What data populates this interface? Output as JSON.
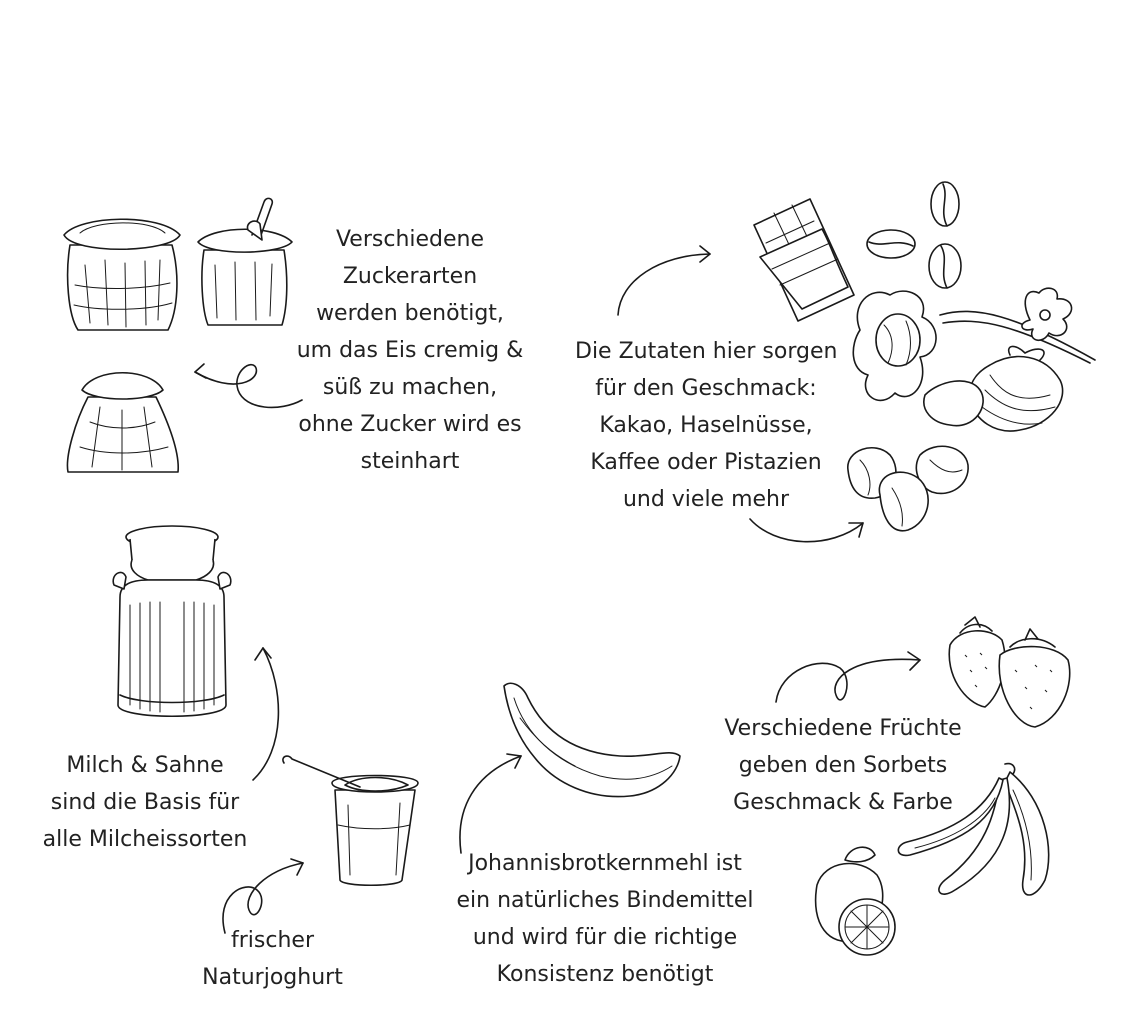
{
  "sugar": {
    "lines": [
      "Verschiedene",
      "Zuckerarten",
      "werden benötigt,",
      "um das Eis cremig &",
      "süß zu machen,",
      "ohne Zucker wird es",
      "steinhart"
    ],
    "icons": [
      "sugar-sack-icon",
      "sugar-sack-scoop-icon",
      "small-sugar-sack-icon"
    ]
  },
  "flavor": {
    "lines": [
      "Die Zutaten hier sorgen",
      "für den Geschmack:",
      "Kakao, Haselnüsse,",
      "Kaffee oder Pistazien",
      "und viele mehr"
    ],
    "icons": [
      "chocolate-bar-icon",
      "coffee-bean-icon",
      "vanilla-flower-icon",
      "hazelnut-icon",
      "cocoa-pod-icon",
      "pistachio-icon"
    ]
  },
  "milk": {
    "lines": [
      "Milch  & Sahne",
      "sind die Basis für",
      "alle Milcheissorten"
    ],
    "icons": [
      "milk-can-icon"
    ]
  },
  "yogurt": {
    "lines": [
      "frischer",
      "Naturjoghurt"
    ],
    "icons": [
      "yogurt-cup-icon"
    ]
  },
  "carob": {
    "lines": [
      "Johannisbrotkernmehl ist",
      "ein natürliches Bindemittel",
      "und wird für die richtige",
      "Konsistenz benötigt"
    ],
    "icons": [
      "carob-pod-icon"
    ]
  },
  "fruit": {
    "lines": [
      "Verschiedene Früchte",
      "geben den Sorbets",
      "Geschmack & Farbe"
    ],
    "icons": [
      "strawberry-icon",
      "banana-icon",
      "lemon-icon"
    ]
  }
}
